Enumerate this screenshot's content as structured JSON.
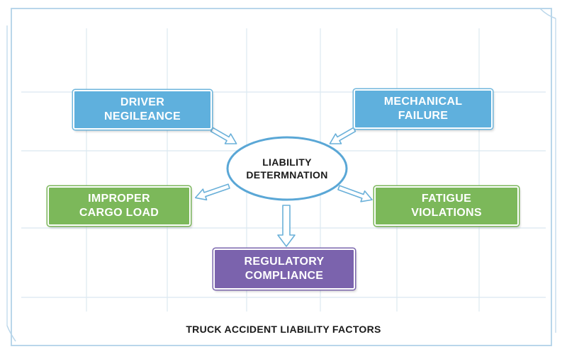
{
  "diagram": {
    "center": {
      "label": "LIABILITY\nDETERMNATION"
    },
    "nodes": {
      "driver": {
        "label": "DRIVER\nNEGILEANCE",
        "color": "#5fb0dd"
      },
      "mechanical": {
        "label": "MECHANICAL\nFAILURE",
        "color": "#5fb0dd"
      },
      "cargo": {
        "label": "IMPROPER\nCARGO LOAD",
        "color": "#7cb85a"
      },
      "fatigue": {
        "label": "FATIGUE\nVIOLATIONS",
        "color": "#7cb85a"
      },
      "regulatory": {
        "label": "REGULATORY\nCOMPLIANCE",
        "color": "#7b63ad"
      }
    },
    "caption": "TRUCK ACCIDENT LIABILITY FACTORS"
  },
  "colors": {
    "grid": "#dbe8f1",
    "border": "#b9d6ea",
    "arrow_stroke": "#6ab0d9",
    "arrow_fill": "#ffffff",
    "ellipse_stroke": "#5aa7d6"
  }
}
